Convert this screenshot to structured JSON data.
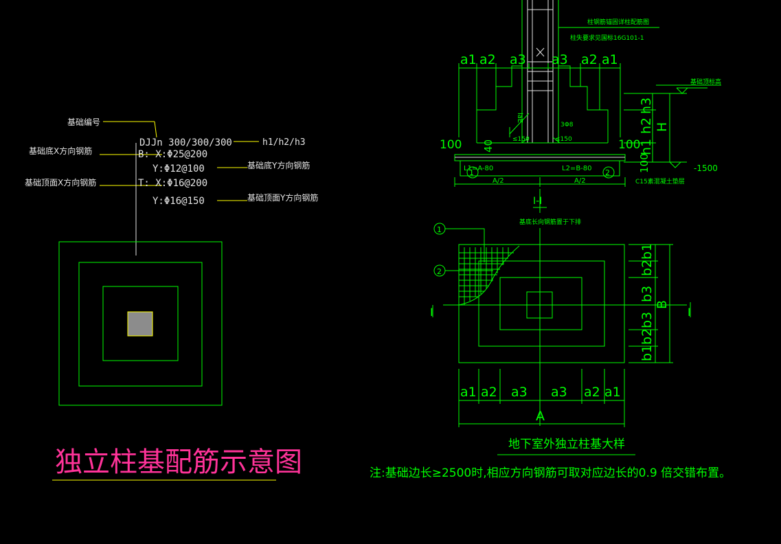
{
  "colors": {
    "background": "#000000",
    "line_white": "#e6e6e6",
    "line_green": "#00ff00",
    "line_yellow": "#ffff00",
    "title_magenta": "#ff3399",
    "column_fill": "#8c8c8c"
  },
  "left_diagram": {
    "labels": {
      "foundation_number": "基础编号",
      "bottom_x_rebar": "基础底X方向钢筋",
      "top_x_rebar": "基础顶面X方向钢筋",
      "bottom_y_rebar": "基础底Y方向钢筋",
      "top_y_rebar": "基础顶面Y方向钢筋",
      "h_label": "h1/h2/h3"
    },
    "notation": {
      "line1": "DJJn 300/300/300",
      "line2": "B: X:Φ25@200",
      "line3": "Y:Φ12@100",
      "line4": "T: X:Φ16@200",
      "line5": "Y:Φ16@150"
    },
    "title": "独立柱基配筋示意图"
  },
  "section_view": {
    "note_top1": "柱钢筋锚固详柱配筋图",
    "note_top2": "柱失要求见国标16G101-1",
    "dims_top": [
      "a1",
      "a2",
      "a3",
      "a3",
      "a2",
      "a1"
    ],
    "level_top": "基础顶标高",
    "dim_h1": "h1",
    "dim_h2": "h2",
    "dim_h3": "h3",
    "dim_H": "H",
    "laE": "laE",
    "stirrup": "3Φ8",
    "spacing_left": "≤150",
    "spacing_right": "≤150",
    "cover_left": "100",
    "cover_left2": "40",
    "cover_right": "100",
    "cover_bottom": "100",
    "bar1_label": "L1=A-80",
    "bar2_label": "L2=B-80",
    "circle1": "1",
    "circle2": "2",
    "half_A_left": "A/2",
    "half_A_right": "A/2",
    "level_bottom": "-1500",
    "concrete_note": "C15素混凝土垫层",
    "section_mark": "I-I"
  },
  "plan_view": {
    "note_bottom_bar": "基底长向钢筋置于下排",
    "circle1": "1",
    "circle2": "2",
    "section_left": "I",
    "section_right": "I",
    "dims_bottom": [
      "a1",
      "a2",
      "a3",
      "a3",
      "a2",
      "a1"
    ],
    "dim_A": "A",
    "dims_right": [
      "b1",
      "b2",
      "b3",
      "b3",
      "b2",
      "b1"
    ],
    "dim_B": "B",
    "title": "地下室外独立柱基大样"
  },
  "footnote": "注:基础边长≥2500时,相应方向钢筋可取对应边长的0.9 倍交错布置。"
}
